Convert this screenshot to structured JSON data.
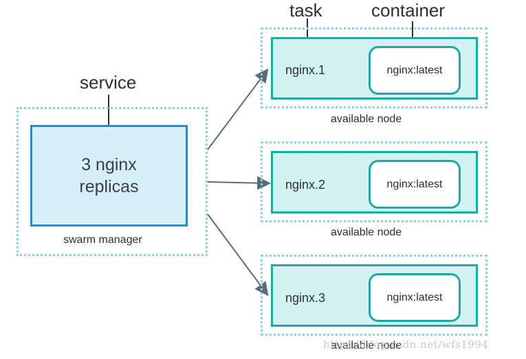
{
  "labels": {
    "task": "task",
    "container": "container",
    "service": "service"
  },
  "manager": {
    "service_line1": "3 nginx",
    "service_line2": "replicas",
    "caption": "swarm manager"
  },
  "nodes": [
    {
      "task": "nginx.1",
      "container": "nginx:latest",
      "caption": "available node"
    },
    {
      "task": "nginx.2",
      "container": "nginx:latest",
      "caption": "available node"
    },
    {
      "task": "nginx.3",
      "container": "nginx:latest",
      "caption": "available node"
    }
  ],
  "watermark": "https://blog.csdn.net/wfs1994",
  "colors": {
    "service_fill": "#d6f0fb",
    "service_border": "#2a8cc7",
    "task_fill": "#d2f3f2",
    "task_border": "#1ca9a4",
    "dotted_border": "#8ecfe0",
    "arrow": "#5a6b7a"
  }
}
